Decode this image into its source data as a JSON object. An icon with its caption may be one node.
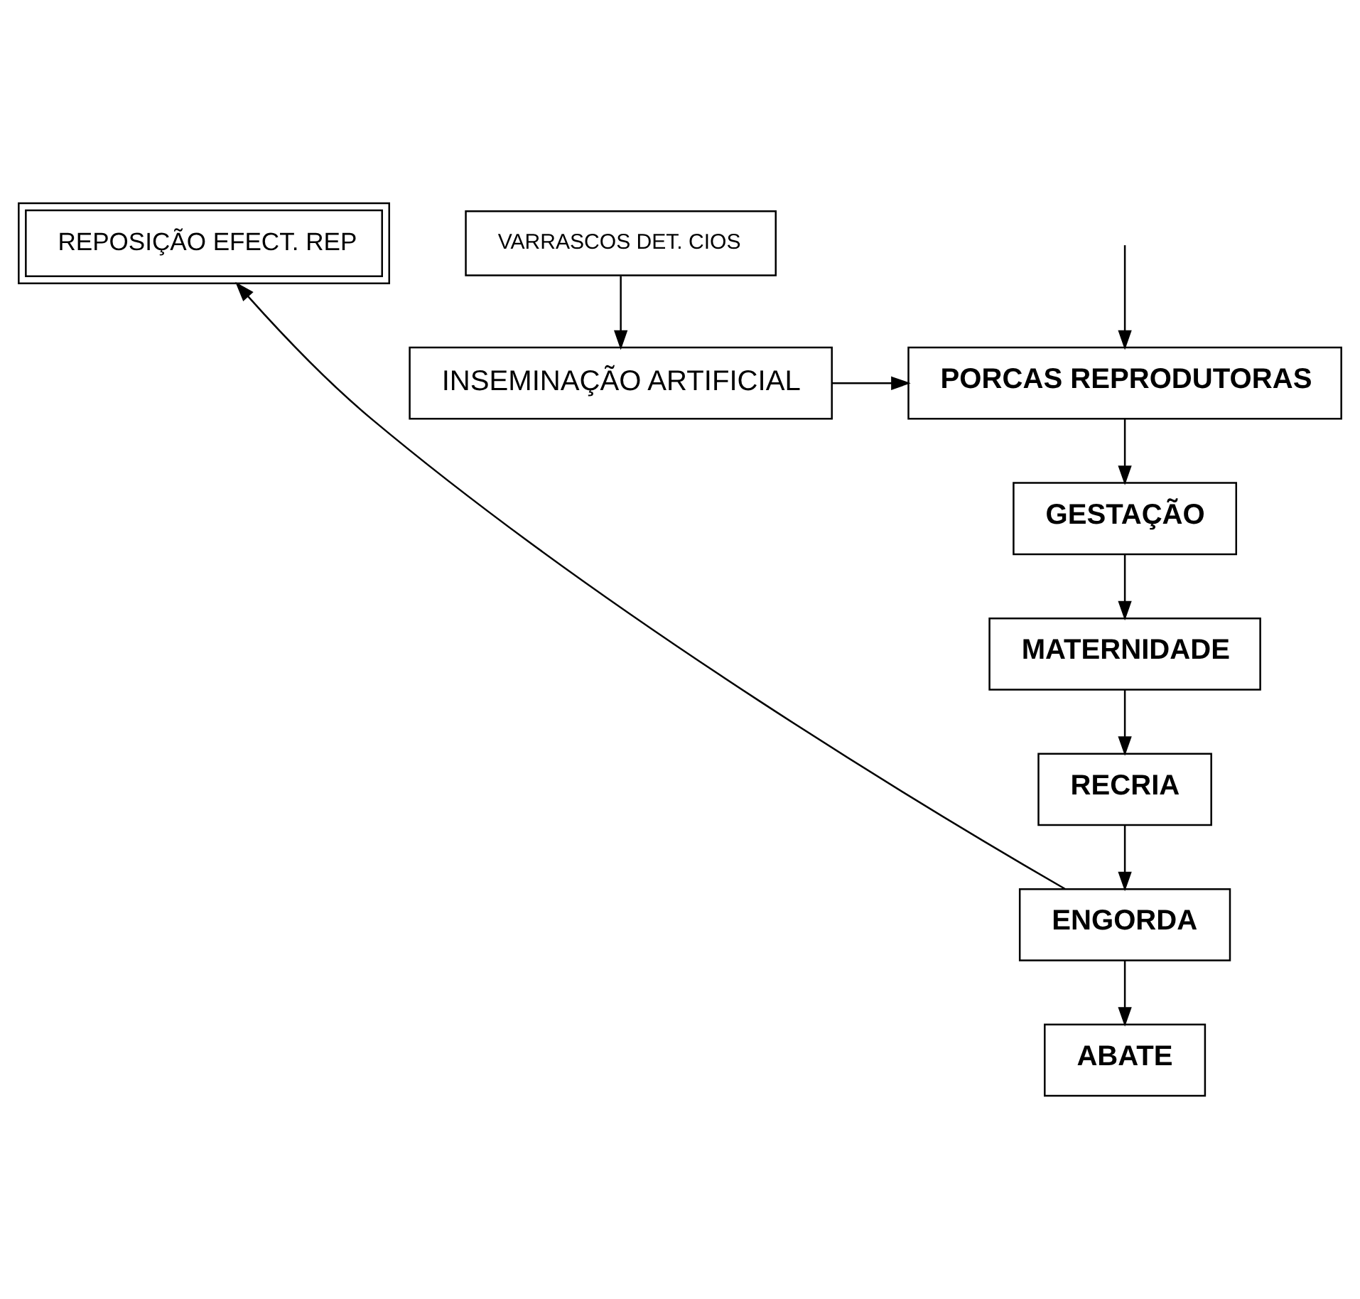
{
  "diagram": {
    "nodes": [
      {
        "text": [
          "REPOSIÇÃO EFECT. REP"
        ]
      },
      {
        "text": [
          "INSEMINAÇÃO ARTIFICIAL"
        ]
      },
      {
        "text": [
          "PORCAS REPRODUTORAS"
        ]
      },
      {
        "text": [
          "VARRASCOS DET. CIOS"
        ]
      },
      {
        "text": [
          "GESTAÇÃO"
        ]
      },
      {
        "text": [
          "MATERNIDADE"
        ]
      },
      {
        "text": [
          "RECRIA"
        ]
      },
      {
        "text": [
          "ENGORDA"
        ]
      },
      {
        "text": [
          "ABATE"
        ]
      }
    ],
    "edges": [
      {
        "from": 3,
        "to": 1,
        "arrow": "to"
      },
      {
        "from": 1,
        "to": 2,
        "arrow": "to"
      },
      {
        "from": null,
        "to": 2,
        "arrow": "to"
      },
      {
        "from": 2,
        "to": 4,
        "arrow": "to"
      },
      {
        "from": 4,
        "to": 5,
        "arrow": "to"
      },
      {
        "from": 5,
        "to": 6,
        "arrow": "to"
      },
      {
        "from": 6,
        "to": 7,
        "arrow": "to"
      },
      {
        "from": 7,
        "to": 8,
        "arrow": "to"
      },
      {
        "from": 7,
        "to": 0,
        "arrow": "to"
      }
    ]
  }
}
